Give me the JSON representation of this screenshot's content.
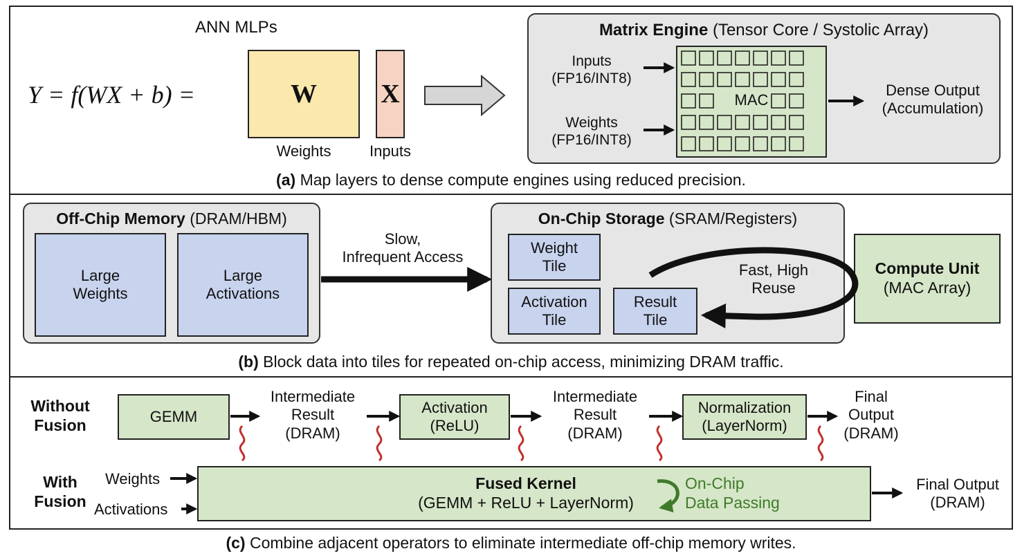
{
  "panel_a": {
    "title": "ANN MLPs",
    "equation": "Y = f(WX + b) =",
    "w_symbol": "W",
    "x_symbol": "X",
    "weights_label": "Weights",
    "inputs_label": "Inputs",
    "engine_title_bold": "Matrix Engine",
    "engine_title_rest": "(Tensor Core / Systolic Array)",
    "inputs_line1": "Inputs",
    "inputs_line2": "(FP16/INT8)",
    "weights_line1": "Weights",
    "weights_line2": "(FP16/INT8)",
    "mac_label": "MAC",
    "dense_line1": "Dense Output",
    "dense_line2": "(Accumulation)",
    "caption_bold": "(a)",
    "caption_rest": "Map layers to dense compute engines using reduced precision."
  },
  "panel_b": {
    "offchip_bold": "Off-Chip Memory",
    "offchip_rest": "(DRAM/HBM)",
    "large_weights_1": "Large",
    "large_weights_2": "Weights",
    "large_acts_1": "Large",
    "large_acts_2": "Activations",
    "slow_1": "Slow,",
    "slow_2": "Infrequent Access",
    "onchip_bold": "On-Chip Storage",
    "onchip_rest": "(SRAM/Registers)",
    "weight_tile_1": "Weight",
    "weight_tile_2": "Tile",
    "act_tile_1": "Activation",
    "act_tile_2": "Tile",
    "result_tile_1": "Result",
    "result_tile_2": "Tile",
    "fast_1": "Fast, High",
    "fast_2": "Reuse",
    "compute_bold": "Compute Unit",
    "compute_rest": "(MAC Array)",
    "caption_bold": "(b)",
    "caption_rest": "Block data into tiles for repeated on-chip access, minimizing DRAM traffic."
  },
  "panel_c": {
    "without_1": "Without",
    "without_2": "Fusion",
    "gemm": "GEMM",
    "inter1_1": "Intermediate",
    "inter1_2": "Result",
    "inter1_3": "(DRAM)",
    "act_1": "Activation",
    "act_2": "(ReLU)",
    "inter2_1": "Intermediate",
    "inter2_2": "Result",
    "inter2_3": "(DRAM)",
    "norm_1": "Normalization",
    "norm_2": "(LayerNorm)",
    "final_1": "Final",
    "final_2": "Output",
    "final_3": "(DRAM)",
    "with_1": "With",
    "with_2": "Fusion",
    "weights_in": "Weights",
    "activations_in": "Activations",
    "fused_bold": "Fused Kernel",
    "fused_rest": "(GEMM + ReLU + LayerNorm)",
    "onchip_1": "On-Chip",
    "onchip_2": "Data Passing",
    "final_out_1": "Final Output",
    "final_out_2": "(DRAM)",
    "caption_bold": "(c)",
    "caption_rest": "Combine adjacent operators to eliminate intermediate off-chip memory writes."
  },
  "colors": {
    "weights_fill": "#fbe8ad",
    "inputs_fill": "#f6d3c2",
    "gray_fill": "#e6e6e6",
    "blue_fill": "#c8d3ee",
    "green_fill": "#d6e6c8",
    "squiggle": "#c0302b",
    "green_text": "#3f7a2a"
  }
}
